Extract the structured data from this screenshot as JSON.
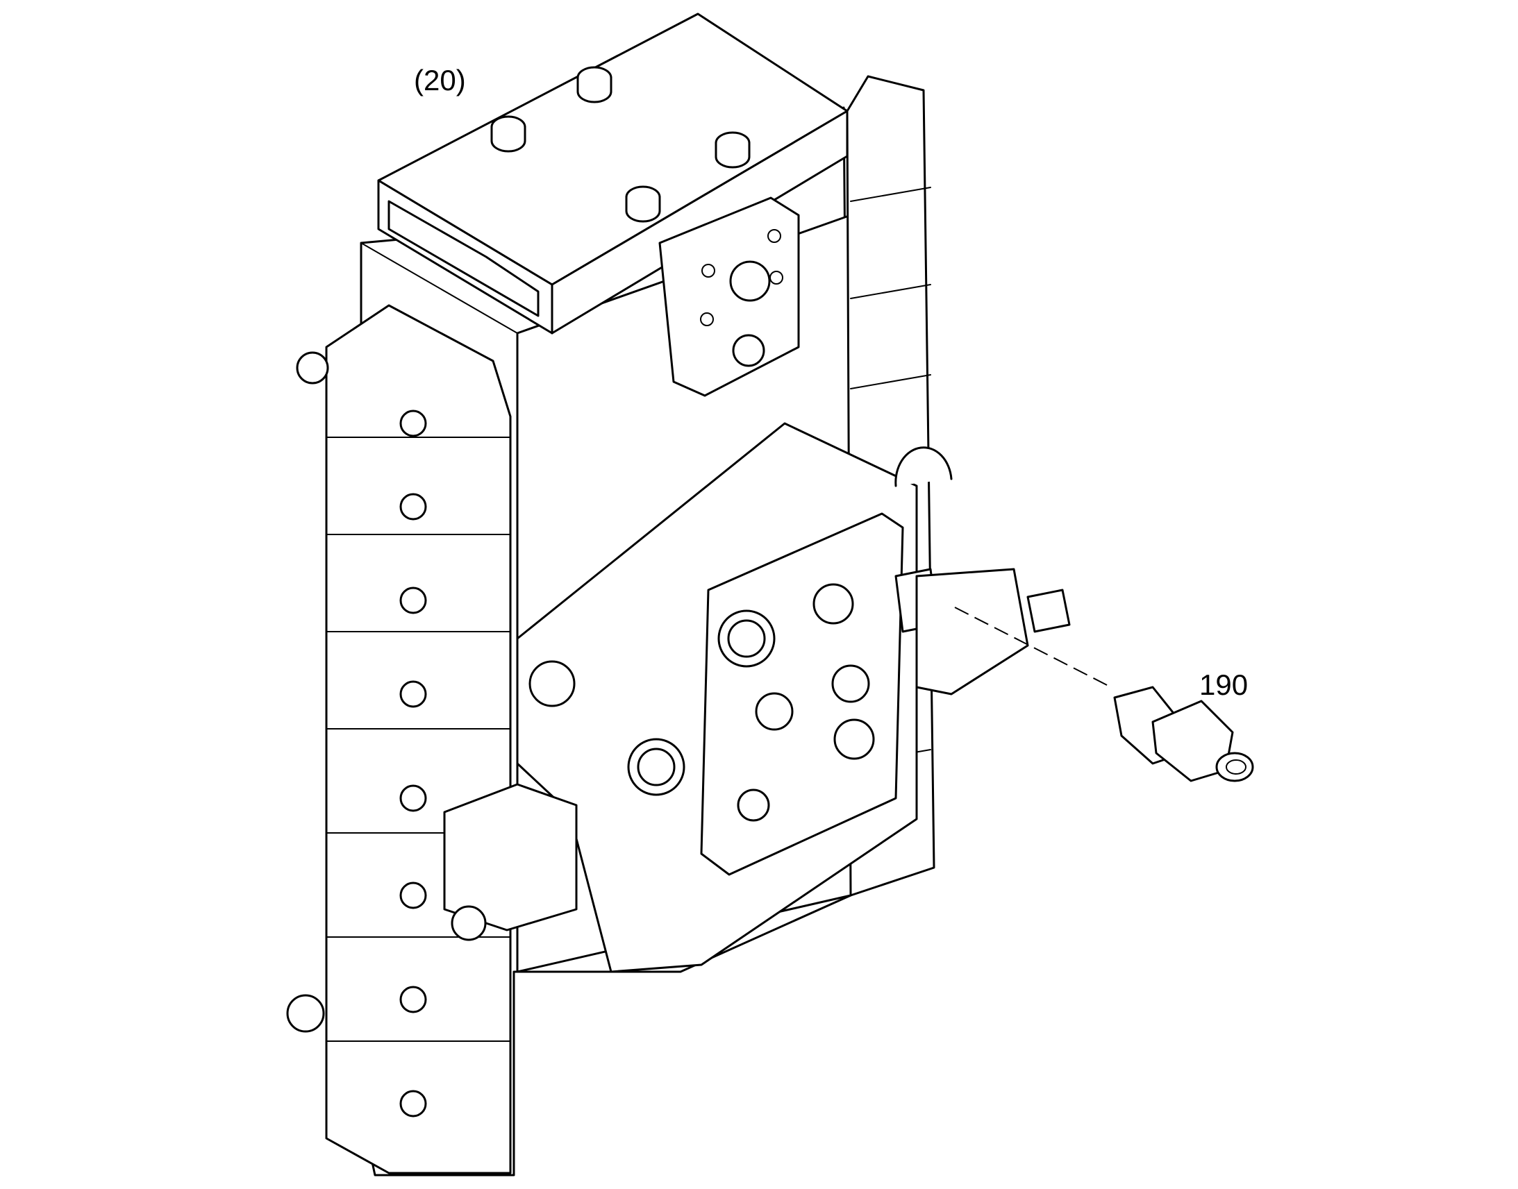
{
  "diagram": {
    "callouts": [
      {
        "id": "20",
        "text": "(20)"
      },
      {
        "id": "190",
        "text": "190"
      }
    ],
    "line_color": "#000000",
    "background_color": "#ffffff"
  }
}
